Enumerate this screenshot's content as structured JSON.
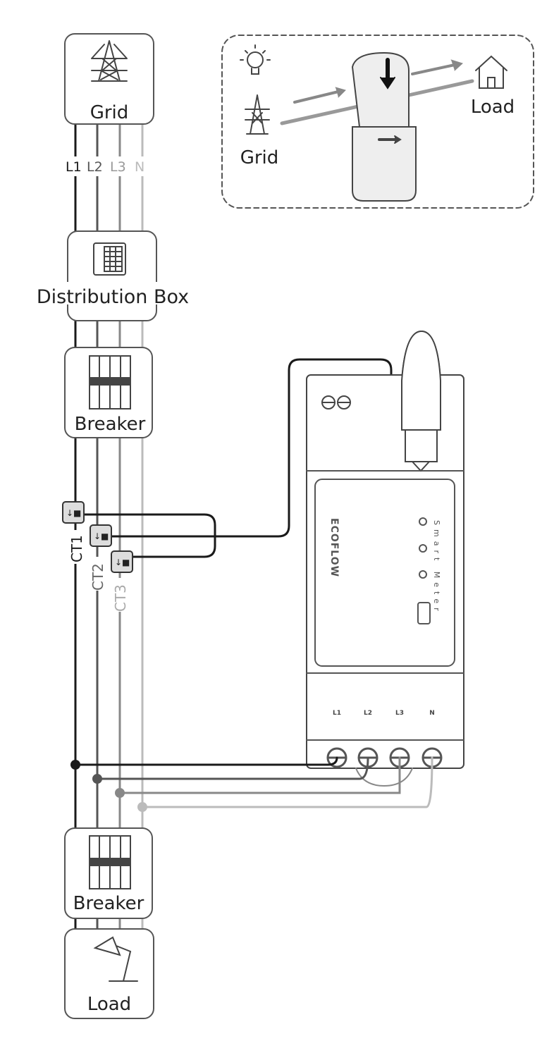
{
  "boxes": {
    "grid": "Grid",
    "distribution": "Distribution Box",
    "breaker_top": "Breaker",
    "breaker_bottom": "Breaker",
    "load": "Load"
  },
  "lines": {
    "l1": "L1",
    "l2": "L2",
    "l3": "L3",
    "n": "N"
  },
  "cts": {
    "ct1": "CT1",
    "ct2": "CT2",
    "ct3": "CT3"
  },
  "inset": {
    "grid": "Grid",
    "load": "Load"
  },
  "meter": {
    "brand": "ECOFLOW",
    "model": "Smart Meter",
    "terminals": [
      "L1",
      "L2",
      "L3",
      "N"
    ]
  },
  "colors": {
    "l1": "#1a1a1a",
    "l2": "#555555",
    "l3": "#888888",
    "n": "#bbbbbb"
  }
}
